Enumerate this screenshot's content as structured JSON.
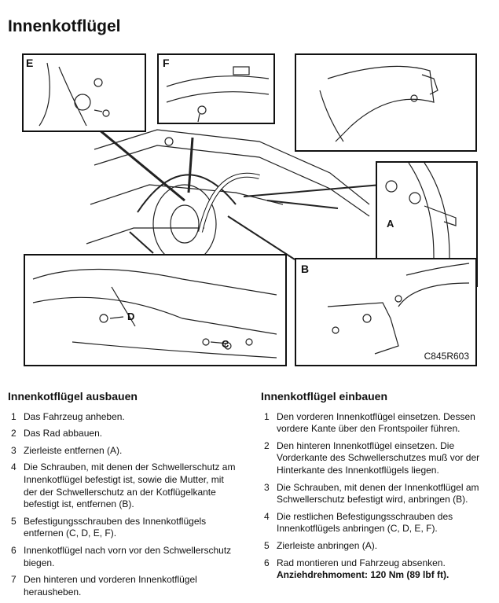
{
  "title": "Innenkotflügel",
  "figure": {
    "labels": {
      "e": "E",
      "f": "F",
      "a": "A",
      "b": "B",
      "c": "C",
      "d": "D"
    },
    "code": "C845R603"
  },
  "remove": {
    "heading": "Innenkotflügel ausbauen",
    "steps": [
      {
        "num": "1",
        "text": "Das Fahrzeug anheben."
      },
      {
        "num": "2",
        "text": "Das Rad abbauen."
      },
      {
        "num": "3",
        "text": "Zierleiste entfernen (A)."
      },
      {
        "num": "4",
        "text": "Die Schrauben, mit denen der Schwellerschutz am Innenkotflügel befestigt ist, sowie die Mutter, mit der der Schwellerschutz an der Kotflügelkante befestigt ist, entfernen (B)."
      },
      {
        "num": "5",
        "text": "Befestigungsschrauben des Innenkotflügels entfernen (C, D, E, F)."
      },
      {
        "num": "6",
        "text": "Innenkotflügel nach vorn vor den Schwellerschutz biegen."
      },
      {
        "num": "7",
        "text": "Den hinteren und vorderen Innenkotflügel herausheben."
      }
    ]
  },
  "install": {
    "heading": "Innenkotflügel einbauen",
    "steps": [
      {
        "num": "1",
        "text": "Den vorderen Innenkotflügel einsetzen. Dessen vordere Kante über den Frontspoiler führen."
      },
      {
        "num": "2",
        "text": "Den hinteren Innenkotflügel einsetzen. Die Vorderkante des Schwellerschutzes muß vor der Hinterkante des Innenkotflügels liegen."
      },
      {
        "num": "3",
        "text": "Die Schrauben, mit denen der Innenkotflügel am Schwellerschutz befestigt wird, anbringen (B)."
      },
      {
        "num": "4",
        "text": "Die restlichen Befestigungsschrauben des Innenkotflügels anbringen (C, D, E, F)."
      },
      {
        "num": "5",
        "text": "Zierleiste anbringen (A)."
      },
      {
        "num": "6",
        "text": "Rad montieren und Fahrzeug absenken."
      }
    ],
    "torque": "Anziehdrehmoment: 120 Nm (89 lbf ft)."
  }
}
